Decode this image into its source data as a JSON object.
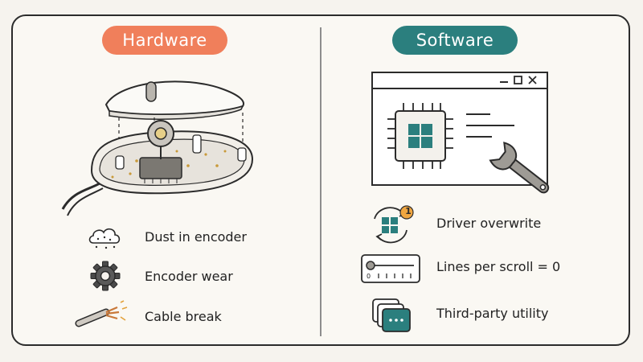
{
  "hardware": {
    "title": "Hardware",
    "items": [
      {
        "label": "Dust in encoder",
        "icon": "dust-cloud-icon"
      },
      {
        "label": "Encoder wear",
        "icon": "gear-icon"
      },
      {
        "label": "Cable break",
        "icon": "broken-cable-icon"
      }
    ]
  },
  "software": {
    "title": "Software",
    "items": [
      {
        "label": "Driver overwrite",
        "icon": "driver-update-icon",
        "badge": "1"
      },
      {
        "label": "Lines per scroll = 0",
        "icon": "slider-icon",
        "slider_min": "0"
      },
      {
        "label": "Third-party utility",
        "icon": "app-windows-icon"
      }
    ]
  },
  "colors": {
    "hardware_accent": "#f07f5b",
    "software_accent": "#2b7f7e",
    "badge": "#f0a640"
  }
}
